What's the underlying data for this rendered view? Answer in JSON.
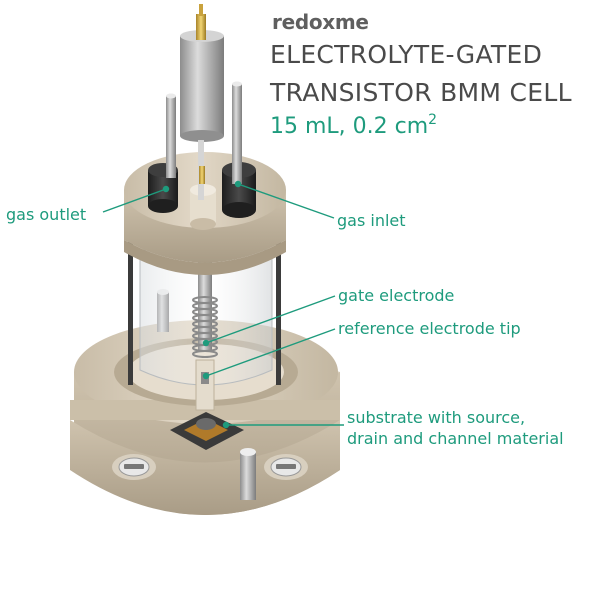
{
  "brand": {
    "name": "redoxme"
  },
  "title": {
    "line1": "ELECTROLYTE-GATED",
    "line2": "TRANSISTOR BMM CELL"
  },
  "spec": {
    "text": "15 mL, 0.2 cm",
    "superscript": "2"
  },
  "labels": {
    "gas_outlet": "gas outlet",
    "gas_inlet": "gas inlet",
    "gate_electrode": "gate electrode",
    "reference_tip": "reference electrode tip",
    "substrate_line1": "substrate with source,",
    "substrate_line2": "drain and channel material"
  },
  "colors": {
    "accent_green": "#1e9b7d",
    "title_gray": "#4a4a4a",
    "body_beige": "#d6cbb8",
    "knob_black": "#2b2b2b"
  }
}
